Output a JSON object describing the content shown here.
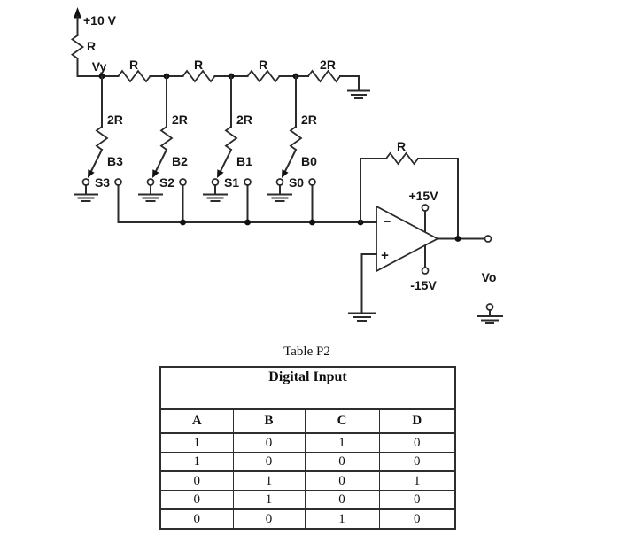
{
  "circuit": {
    "supply": {
      "voltage": "+10 V",
      "resistor": "R"
    },
    "node_label": "Vy",
    "ladder": {
      "r1": "R",
      "r2": "R",
      "r3": "R",
      "r4": "2R"
    },
    "branches": [
      {
        "resistor": "2R",
        "bit": "B3",
        "switch": "S3"
      },
      {
        "resistor": "2R",
        "bit": "B2",
        "switch": "S2"
      },
      {
        "resistor": "2R",
        "bit": "B1",
        "switch": "S1"
      },
      {
        "resistor": "2R",
        "bit": "B0",
        "switch": "S0"
      }
    ],
    "opamp": {
      "feedback_resistor": "R",
      "positive_supply": "+15V",
      "negative_supply": "-15V",
      "inverting_sign": "−",
      "noninverting_sign": "+",
      "output_label": "Vo"
    }
  },
  "table": {
    "title": "Table P2",
    "header": "Digital Input",
    "columns": [
      "A",
      "B",
      "C",
      "D"
    ],
    "rows": [
      [
        "1",
        "0",
        "1",
        "0"
      ],
      [
        "1",
        "0",
        "0",
        "0"
      ],
      [
        "0",
        "1",
        "0",
        "1"
      ],
      [
        "0",
        "1",
        "0",
        "0"
      ],
      [
        "0",
        "0",
        "1",
        "0"
      ]
    ]
  }
}
